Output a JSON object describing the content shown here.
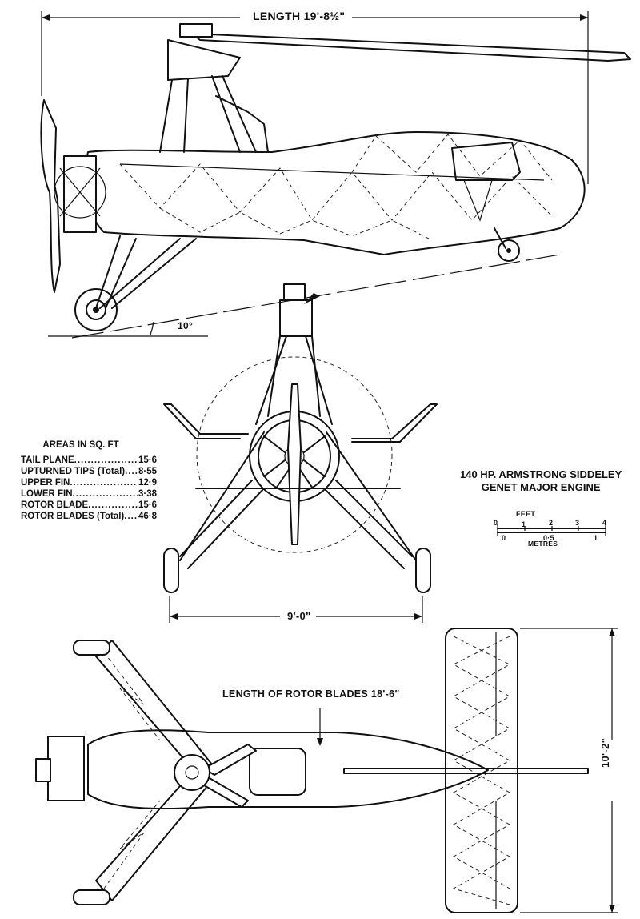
{
  "dimensions": {
    "length": "LENGTH 19'-8½\"",
    "incidence": "10°",
    "track": "9'-0\"",
    "rotor_blade_length": "LENGTH OF ROTOR BLADES 18'-6\"",
    "tailplane_span": "10'-2\""
  },
  "areas": {
    "title": "AREAS IN SQ. FT",
    "rows": [
      {
        "name": "TAIL PLANE",
        "value": "15·6"
      },
      {
        "name": "UPTURNED TIPS (Total)",
        "value": "8·55"
      },
      {
        "name": "UPPER FIN",
        "value": "12·9"
      },
      {
        "name": "LOWER FIN",
        "value": "3·38"
      },
      {
        "name": "ROTOR BLADE",
        "value": "15·6"
      },
      {
        "name": "ROTOR BLADES (Total)",
        "value": "46·8"
      }
    ]
  },
  "engine": {
    "line1": "140 HP. ARMSTRONG SIDDELEY",
    "line2": "GENET MAJOR ENGINE"
  },
  "scale": {
    "feet_label": "FEET",
    "feet_ticks": [
      "0",
      "1",
      "2",
      "3",
      "4"
    ],
    "metres_label": "METRES",
    "metres_ticks": [
      "0",
      "0·5",
      "1"
    ]
  }
}
